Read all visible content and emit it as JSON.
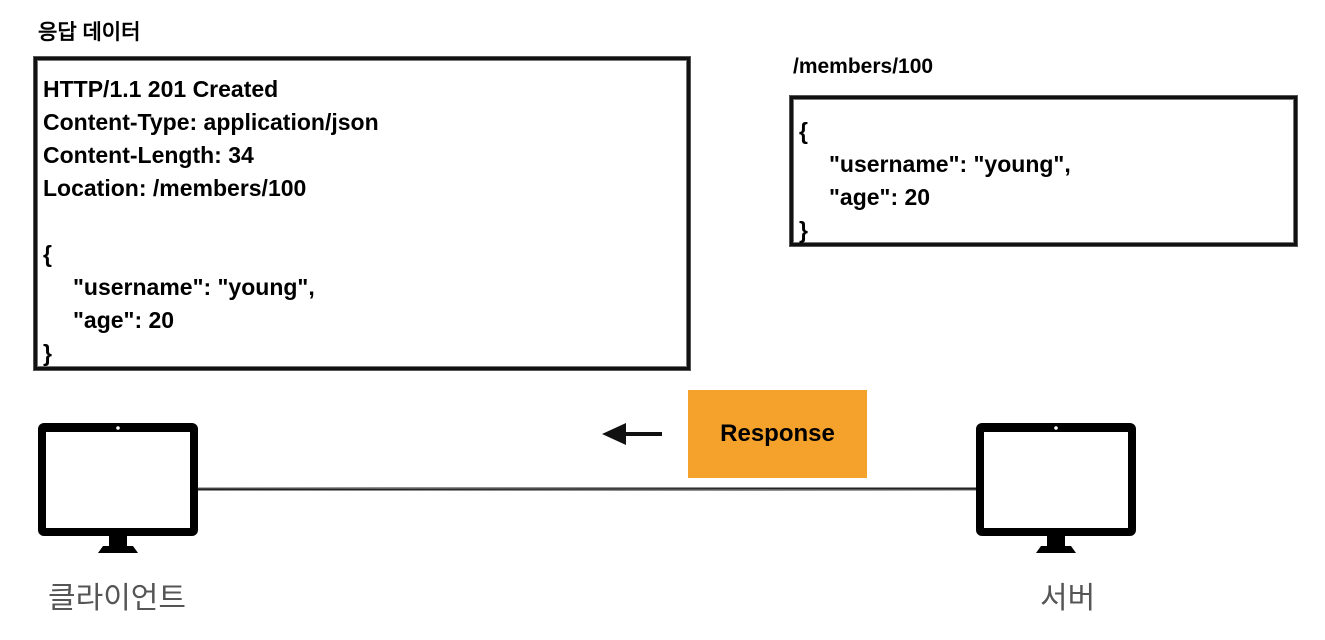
{
  "title": "응답 데이터",
  "response": {
    "status_line": "HTTP/1.1 201 Created",
    "content_type": "Content-Type: application/json",
    "content_length": "Content-Length: 34",
    "location_key": "Location: ",
    "location_value": "/members/100",
    "body_open": "{",
    "body_username": "\"username\": \"young\",",
    "body_age": "\"age\": 20",
    "body_close": "}"
  },
  "resource": {
    "path": "/members/100",
    "body_open": "{",
    "body_username": "\"username\": \"young\",",
    "body_age": "\"age\": 20",
    "body_close": "}"
  },
  "badge_label": "Response",
  "client_label": "클라이언트",
  "server_label": "서버",
  "colors": {
    "badge": "#f5a22c",
    "monitor": "#000000"
  }
}
